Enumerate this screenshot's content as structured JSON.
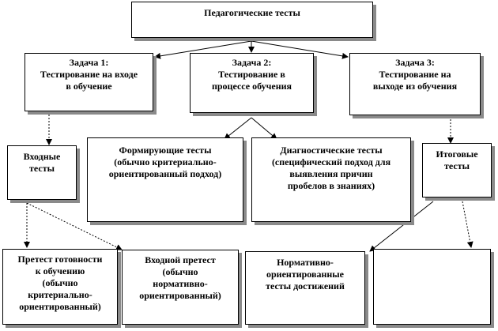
{
  "root": {
    "label": "Педагогические тесты"
  },
  "tasks": [
    {
      "label": "Задача 1:\nТестирование на входе\nв обучение"
    },
    {
      "label": "Задача 2:\nТестирование в\nпроцессе обучения"
    },
    {
      "label": "Задача 3:\nТестирование  на\nвыходе из обучения"
    }
  ],
  "middle": {
    "entry": {
      "label": "Входные\nтесты"
    },
    "formative": {
      "label": "Формирующие  тесты\n(обычно критериально-\nориентированный  подход)"
    },
    "diagnostic": {
      "label": "Диагностические  тесты\n(специфический  подход  для\nвыявления  причин\nпробелов  в знаниях)"
    },
    "final": {
      "label": "Итоговые\nтесты"
    }
  },
  "bottom": {
    "readiness": {
      "label": "Претест готовности\nк обучению\n(обычно\nкритериально-\nориентированный)"
    },
    "entry_pretest": {
      "label": "Входной претест\n(обычно\nнормативно-\nориентированный)"
    },
    "normative": {
      "label": "Нормативно-\nориентированные\nтесты достижений"
    },
    "empty": {
      "label": ""
    }
  }
}
